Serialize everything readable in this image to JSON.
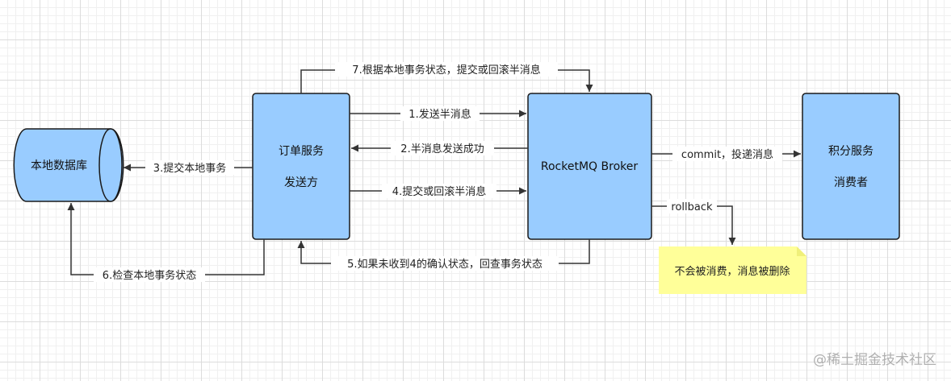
{
  "nodes": {
    "database": {
      "label": "本地数据库"
    },
    "order_service": {
      "title": "订单服务",
      "role": "发送方"
    },
    "broker": {
      "label": "RocketMQ Broker"
    },
    "points_service": {
      "title": "积分服务",
      "role": "消费者"
    },
    "note": {
      "text": "不会被消费，消息被删除"
    }
  },
  "edges": {
    "e1": "1.发送半消息",
    "e2": "2.半消息发送成功",
    "e3": "3.提交本地事务",
    "e4": "4.提交或回滚半消息",
    "e5": "5.如果未收到4的确认状态，回查事务状态",
    "e6": "6.检查本地事务状态",
    "e7": "7.根据本地事务状态，提交或回滚半消息",
    "commit": "commit，投递消息",
    "rollback": "rollback"
  },
  "watermark": "@稀土掘金技术社区",
  "colors": {
    "box_fill": "#99ccff",
    "box_stroke": "#1a1a1a",
    "note_fill": "#ffff99",
    "line": "#333333"
  }
}
